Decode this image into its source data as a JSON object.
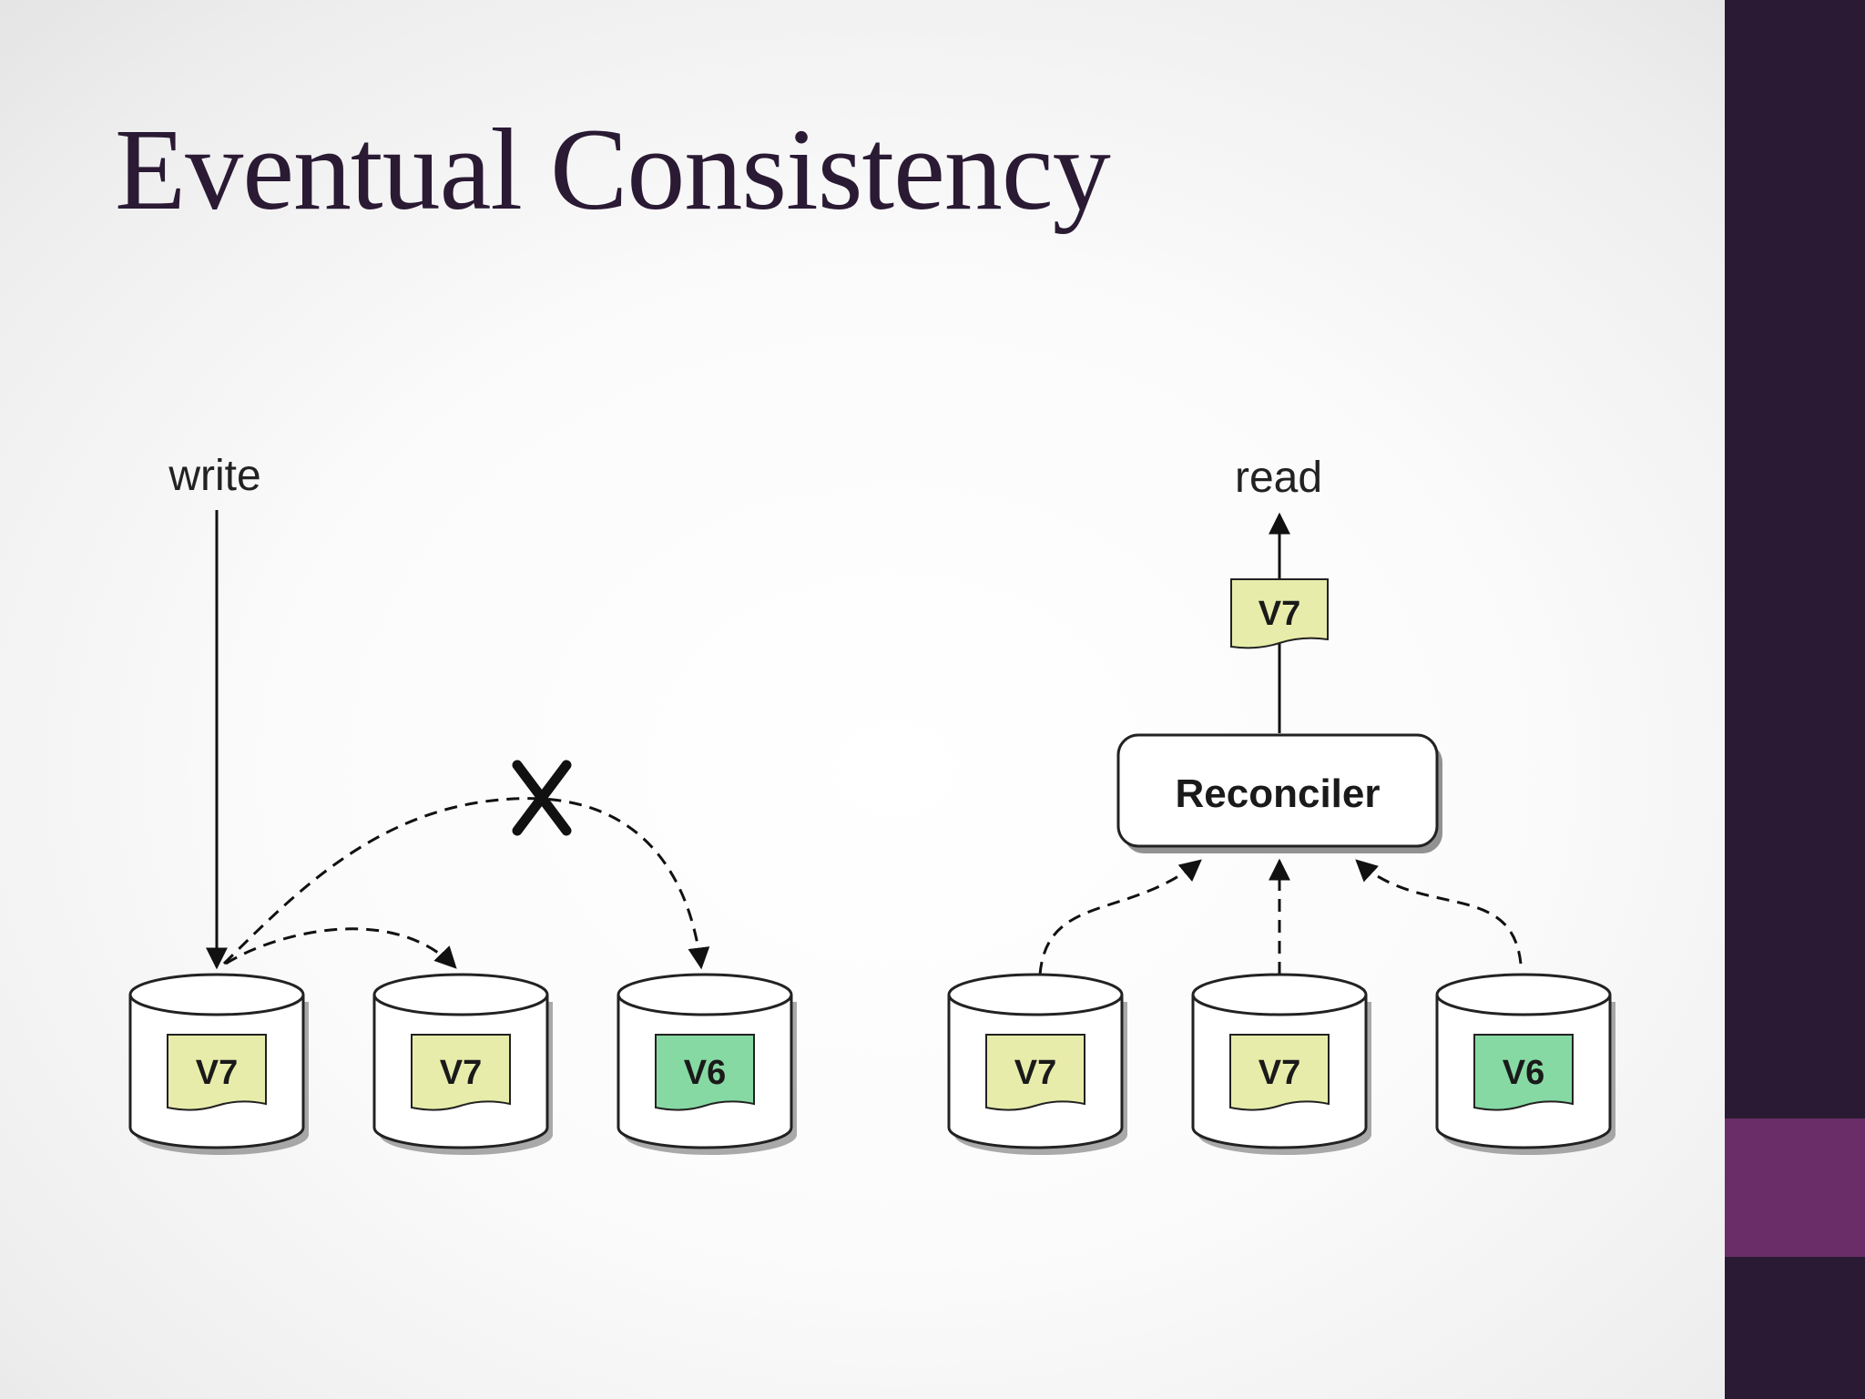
{
  "title": "Eventual Consistency",
  "theme": {
    "title_color": "#2a1a33",
    "side_bar_color": "#2a1a33",
    "side_bar_accent_color": "#6a2d68",
    "doc_v7_color": "#e8ecaa",
    "doc_v6_color": "#86d9a3"
  },
  "diagram": {
    "write_label": "write",
    "read_label": "read",
    "reconciler_label": "Reconciler",
    "failed_replication_mark": "X",
    "left_replicas": [
      {
        "version": "V7",
        "status": "updated"
      },
      {
        "version": "V7",
        "status": "updated"
      },
      {
        "version": "V6",
        "status": "stale"
      }
    ],
    "right_replicas": [
      {
        "version": "V7",
        "status": "updated"
      },
      {
        "version": "V7",
        "status": "updated"
      },
      {
        "version": "V6",
        "status": "stale"
      }
    ],
    "read_result": {
      "version": "V7"
    }
  }
}
